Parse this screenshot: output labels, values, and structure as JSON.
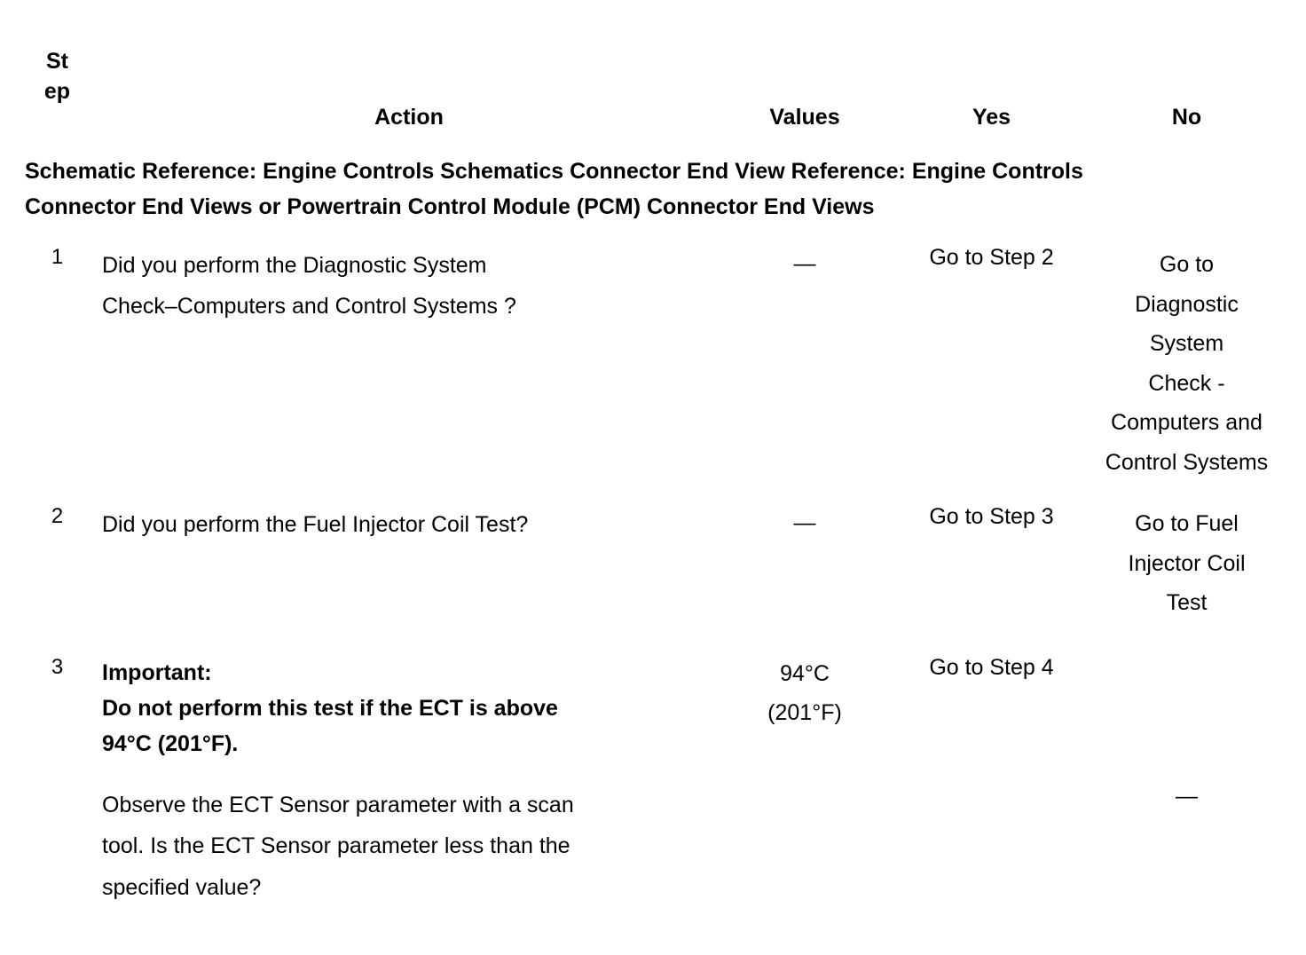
{
  "table": {
    "columns": [
      {
        "label_lines": [
          "St",
          "ep"
        ],
        "key": "step"
      },
      {
        "label_lines": [
          "Action"
        ],
        "key": "action"
      },
      {
        "label_lines": [
          "Values"
        ],
        "key": "values"
      },
      {
        "label_lines": [
          "Yes"
        ],
        "key": "yes"
      },
      {
        "label_lines": [
          "No"
        ],
        "key": "no"
      }
    ],
    "reference_band": {
      "line1": "Schematic Reference: Engine Controls Schematics Connector End View Reference: Engine Controls",
      "line2": "Connector End Views or Powertrain Control Module (PCM) Connector End Views"
    },
    "rows": [
      {
        "step": "1",
        "action": {
          "paragraphs": [
            {
              "bold": false,
              "lines": [
                "Did you perform the Diagnostic System",
                "Check–Computers and Control Systems ?"
              ]
            }
          ]
        },
        "values": {
          "lines": [
            "—"
          ]
        },
        "yes": "Go to Step 2",
        "no": {
          "lines": [
            "Go to",
            "Diagnostic",
            "System",
            "Check -",
            "Computers and",
            "Control Systems"
          ],
          "align": "top"
        }
      },
      {
        "step": "2",
        "action": {
          "paragraphs": [
            {
              "bold": false,
              "lines": [
                "Did you perform the Fuel Injector Coil Test?"
              ]
            }
          ]
        },
        "values": {
          "lines": [
            "—"
          ]
        },
        "yes": "Go to Step 3",
        "no": {
          "lines": [
            "Go to Fuel",
            "Injector Coil",
            "Test"
          ],
          "align": "top"
        }
      },
      {
        "step": "3",
        "action": {
          "paragraphs": [
            {
              "bold": true,
              "lines": [
                "Important:",
                "Do not perform this test if the ECT is above",
                "94°C (201°F)."
              ]
            },
            {
              "bold": false,
              "lines": [
                " Observe the ECT Sensor parameter with a scan",
                "tool. Is the ECT Sensor parameter less than the",
                "specified value?"
              ]
            }
          ]
        },
        "values": {
          "lines": [
            "94°C",
            "(201°F)"
          ]
        },
        "yes": "Go to Step 4",
        "no": {
          "lines": [
            "—"
          ],
          "align": "middle"
        }
      }
    ]
  },
  "colors": {
    "border": "#000000",
    "text": "#000000",
    "background": "#ffffff"
  }
}
